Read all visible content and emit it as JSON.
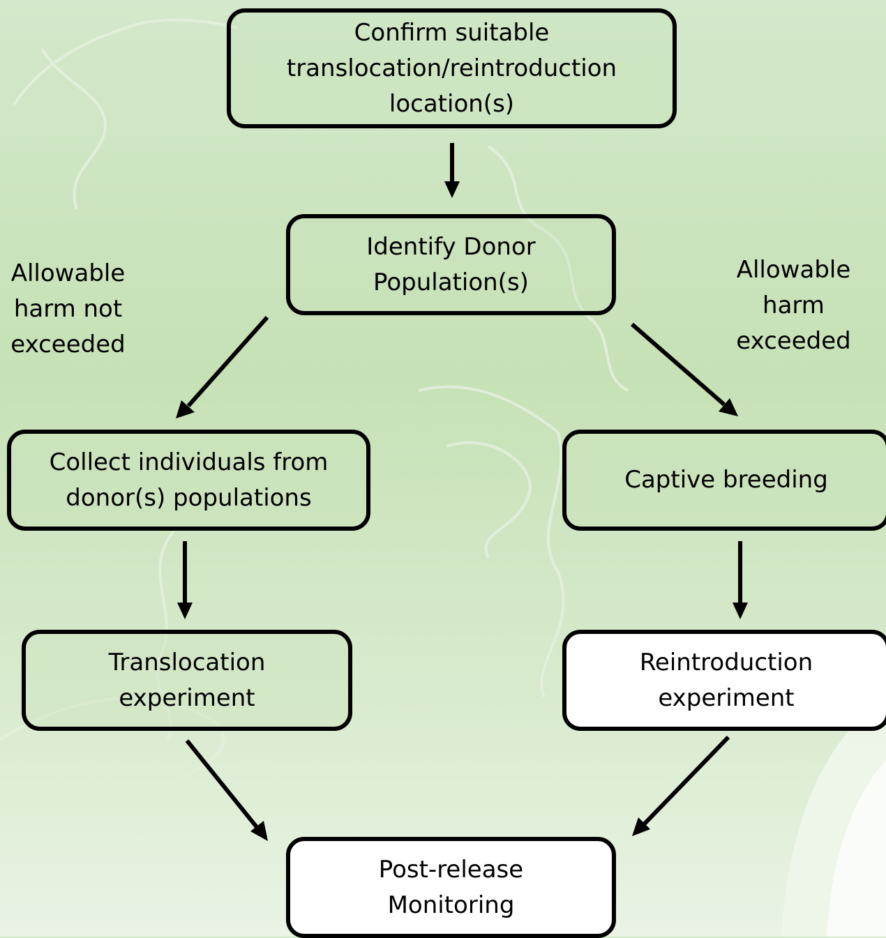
{
  "nodes": {
    "confirm": "Confirm suitable\ntranslocation/reintroduction\nlocation(s)",
    "identify": "Identify Donor\nPopulation(s)",
    "collect": "Collect individuals from\ndonor(s) populations",
    "captive": "Captive breeding",
    "translocation": "Translocation\nexperiment",
    "reintroduction": "Reintroduction\nexperiment",
    "monitoring": "Post-release\nMonitoring"
  },
  "edge_labels": {
    "left": "Allowable\nharm not\nexceeded",
    "right": "Allowable\nharm\nexceeded"
  }
}
